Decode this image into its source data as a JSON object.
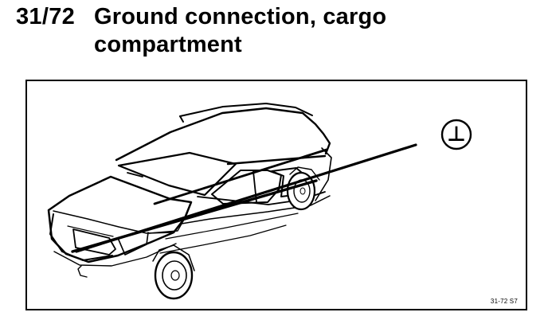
{
  "heading": {
    "number": "31/72",
    "title": "Ground connection, cargo compartment"
  },
  "figure": {
    "callout_symbol": "⊥",
    "code": "31-72  S7"
  }
}
